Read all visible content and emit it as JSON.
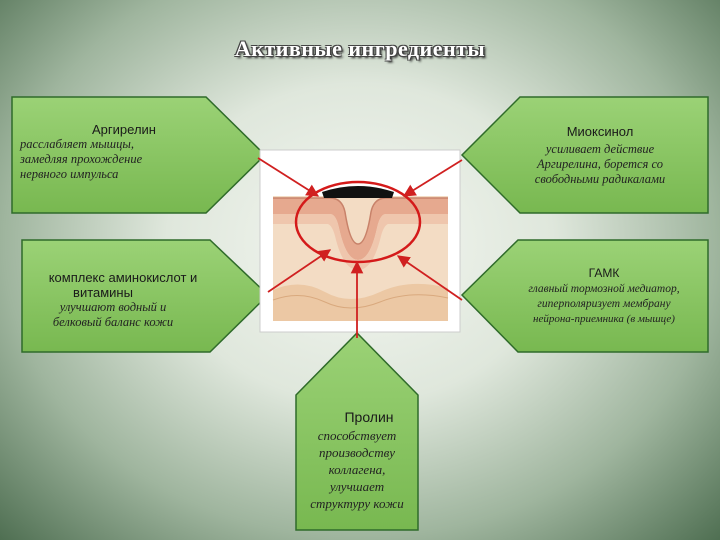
{
  "title": "Активные ингредиенты",
  "colors": {
    "box_fill": "#83c25c",
    "box_stroke": "#2f6b2a",
    "arrow": "#d02020"
  },
  "boxes": {
    "argireline": {
      "name": "Аргирелин",
      "lines": [
        "расслабляет мышцы,",
        "замедляя прохождение",
        "нервного импульса"
      ]
    },
    "myoxinol": {
      "name": "Миоксинол",
      "lines": [
        "усиливает действие",
        "Аргирелина, борется со",
        "свободными радикалами"
      ]
    },
    "amino": {
      "name_lines": [
        "комплекс аминокислот и",
        "витамины"
      ],
      "lines": [
        "улучшают водный и",
        "белковый баланс кожи"
      ]
    },
    "gaba": {
      "name": "ГАМК",
      "lines": [
        "главный тормозной медиатор,",
        "гиперполяризует мембрану",
        "нейрона-приемника (в мышце)"
      ]
    },
    "proline": {
      "name": "Пролин",
      "lines": [
        "способствует",
        "производству",
        "коллагена,",
        "улучшает",
        "структуру кожи"
      ]
    }
  }
}
